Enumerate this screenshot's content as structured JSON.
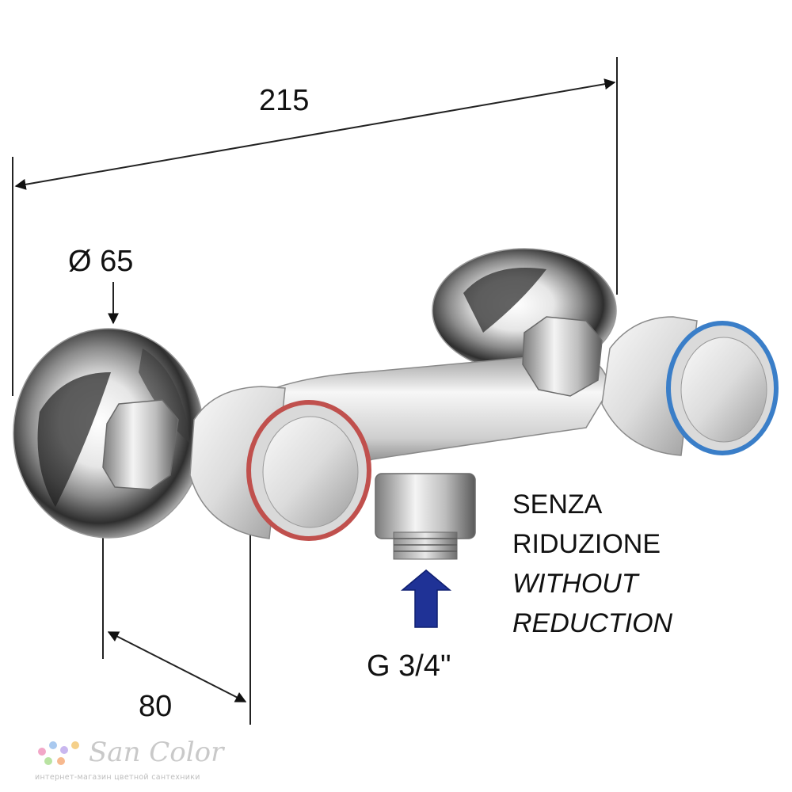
{
  "dimensions": {
    "width_total": "215",
    "diameter": "Ø 65",
    "center_distance": "80",
    "thread": "G 3/4\""
  },
  "note": {
    "line1": "SENZA",
    "line2": "RIDUZIONE",
    "line3": "WITHOUT",
    "line4": "REDUCTION"
  },
  "watermark": {
    "brand": "San Color",
    "tagline": "интернет-магазин цветной сантехники"
  },
  "colors": {
    "hot_ring": "#c0504d",
    "cold_ring": "#3a7ec8",
    "arrow": "#1f3296",
    "chrome_light": "#f2f2f2",
    "chrome_dark": "#3c3c3c"
  }
}
